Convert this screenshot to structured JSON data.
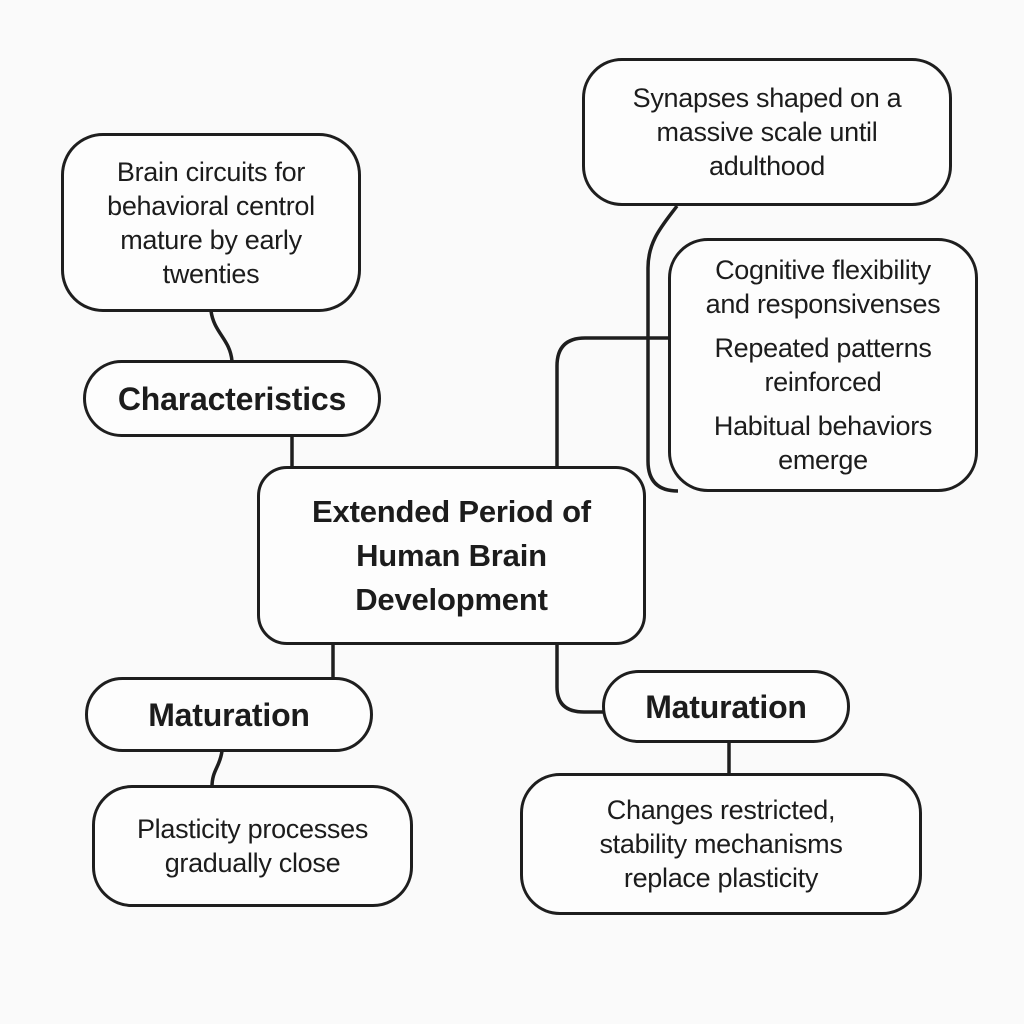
{
  "palette": {
    "background": "#fafafa",
    "stroke": "#1e1e1e",
    "text": "#1c1c1c",
    "node_fill": "#fdfdfd"
  },
  "diagram": {
    "title_node": {
      "lines": [
        "Extended Period of",
        "Human Brain",
        "Development"
      ]
    },
    "nodes": {
      "brain_circuits": {
        "lines": [
          "Brain circuits for",
          "behavioral centrol",
          "mature by early",
          "twenties"
        ]
      },
      "characteristics": {
        "label": "Characteristics"
      },
      "synapses": {
        "lines": [
          "Synapses shaped on a",
          "massive scale until",
          "adulthood"
        ]
      },
      "cognitive": {
        "para1": [
          "Cognitive flexibility",
          "and responsivenses"
        ],
        "para2": [
          "Repeated patterns",
          "reinforced"
        ],
        "para3": [
          "Habitual behaviors",
          "emerge"
        ]
      },
      "maturation_left": {
        "label": "Maturation"
      },
      "plasticity": {
        "lines": [
          "Plasticity processes",
          "gradually close"
        ]
      },
      "maturation_right": {
        "label": "Maturation"
      },
      "changes": {
        "lines": [
          "Changes restricted,",
          "stability mechanisms",
          "replace plasticity"
        ]
      }
    }
  }
}
